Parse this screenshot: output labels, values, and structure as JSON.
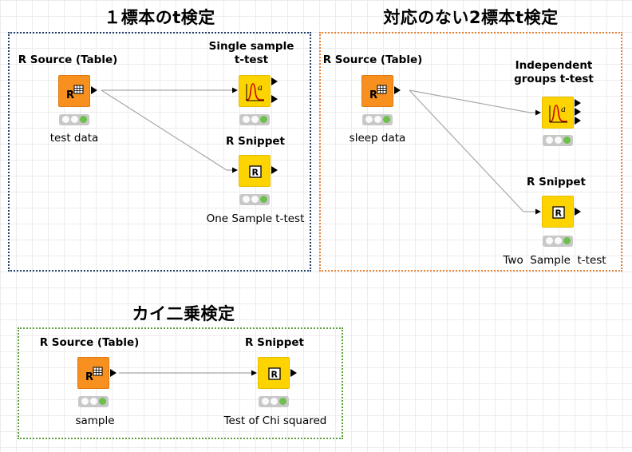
{
  "sections": {
    "one_sample": {
      "title": "１標本のt検定"
    },
    "two_sample": {
      "title": "対応のない2標本t検定"
    },
    "chi": {
      "title": "カイ二乗検定"
    }
  },
  "nodes": {
    "src1": {
      "title": "R Source (Table)",
      "label": "test data",
      "icon": "r-table-source-icon"
    },
    "ttest1": {
      "title_line1": "Single sample",
      "title_line2": "t-test",
      "label": "",
      "icon": "t-test-distribution-icon"
    },
    "snippet1": {
      "title": "R Snippet",
      "label": "One Sample t-test",
      "icon": "r-snippet-icon"
    },
    "src2": {
      "title": "R Source (Table)",
      "label": "sleep data",
      "icon": "r-table-source-icon"
    },
    "ttest2": {
      "title_line1": "Independent",
      "title_line2": "groups t-test",
      "label": "",
      "icon": "t-test-distribution-icon"
    },
    "snippet2": {
      "title": "R Snippet",
      "label": "Two  Sample  t-test",
      "icon": "r-snippet-icon"
    },
    "src3": {
      "title": "R Source (Table)",
      "label": "sample",
      "icon": "r-table-source-icon"
    },
    "snippet3": {
      "title": "R Snippet",
      "label": "Test of Chi squared",
      "icon": "r-snippet-icon"
    }
  },
  "colors": {
    "source_node": "#f7901e",
    "snippet_node": "#fed400",
    "status_ok": "#6cc04a",
    "box_blue": "#1f3f6b",
    "box_orange": "#e8823a",
    "box_green": "#5a9e3a",
    "edge": "#a0a0a0"
  }
}
